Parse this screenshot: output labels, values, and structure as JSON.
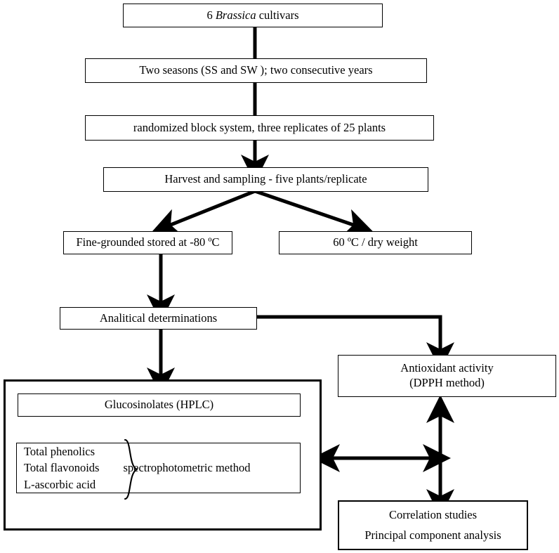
{
  "diagram": {
    "title": "Experimental design flowchart for Brassica cultivar analysis",
    "type": "flowchart",
    "stroke_color": "#000000",
    "background_color": "#ffffff",
    "nodes": {
      "cultivars": {
        "label_prefix": "6 ",
        "label_italic": "Brassica",
        "label_suffix": " cultivars"
      },
      "seasons": {
        "label": "Two seasons (SS  and SW ); two consecutive years"
      },
      "block_system": {
        "label": "randomized block system, three replicates of 25 plants"
      },
      "harvest": {
        "label": "Harvest and sampling  - five plants/replicate"
      },
      "fine_grounded": {
        "label": "Fine-grounded stored at -80 ºC"
      },
      "dry_weight": {
        "label": "60 ºC / dry weight"
      },
      "analytical": {
        "label": "Analitical determinations"
      },
      "antioxidant": {
        "line1": "Antioxidant activity",
        "line2": "(DPPH method)"
      },
      "glucosinolates": {
        "label": "Glucosinolates (HPLC)"
      },
      "analytes": {
        "items": [
          "Total phenolics",
          "Total flavonoids",
          "L-ascorbic acid"
        ],
        "method": "spectrophotometric method"
      },
      "correlation": {
        "line1": "Correlation studies",
        "line2": "Principal component analysis"
      }
    }
  }
}
